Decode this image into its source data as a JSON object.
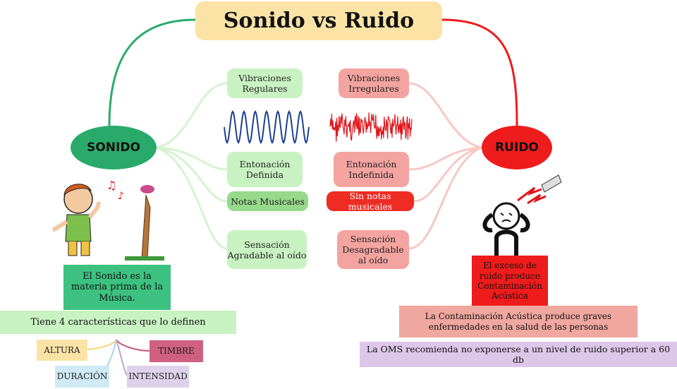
{
  "title": "Sonido vs Ruido",
  "sonido": {
    "label": "SONIDO",
    "items": [
      "Vibraciones Regulares",
      "Entonación Definida",
      "Notas Musicales",
      "Sensación Agradable al oído"
    ],
    "definition": "El Sonido es la materia prima de la Música.",
    "characteristics_intro": "Tiene 4 características que lo definen",
    "characteristics": [
      "ALTURA",
      "TIMBRE",
      "DURACIÓN",
      "INTENSIDAD"
    ]
  },
  "ruido": {
    "label": "RUIDO",
    "items": [
      "Vibraciones Irregulares",
      "Entonación Indefinida",
      "Sin notas musicales",
      "Sensación Desagradable al oído"
    ],
    "pollution": "El exceso de ruido produce Contaminación Acústica",
    "effects": "La Contaminación Acústica produce graves enfermedades en la salud de las personas",
    "oms": "La OMS recomienda no exponerse a un nivel de ruido superior a 60 db"
  },
  "colors": {
    "title_bg": "#fbe3a6",
    "sonido_green": "#2aaa6a",
    "ruido_red": "#ee1c1c",
    "wave_blue": "#1f3f8f",
    "wave_red": "#e0161c"
  },
  "illustrations": [
    "boy-listening-icon",
    "music-notes-icon",
    "bird-on-tree-icon",
    "stressed-person-icon",
    "loudspeaker-icon"
  ]
}
